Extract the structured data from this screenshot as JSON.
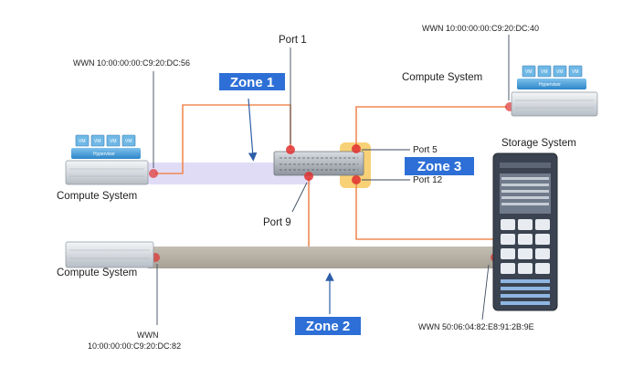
{
  "zones": {
    "zone1": "Zone 1",
    "zone2": "Zone 2",
    "zone3": "Zone 3"
  },
  "ports": {
    "port1": "Port 1",
    "port5": "Port 5",
    "port9": "Port 9",
    "port12": "Port 12"
  },
  "systems": {
    "compute_top_left": "Compute System",
    "compute_top_right": "Compute System",
    "compute_bottom_left": "Compute System",
    "storage": "Storage System",
    "hypervisor_label": "Hypervisor",
    "vm_label": "VM"
  },
  "wwns": {
    "top_left": "WWN 10:00:00:00:C9:20:DC:56",
    "top_right": "WWN 10:00:00:00:C9:20:DC:40",
    "bottom_left_line1": "WWN",
    "bottom_left_line2": "10:00:00:00:C9:20:DC:82",
    "storage": "WWN 50:06:04:82:E8:91:2B:9E"
  },
  "colors": {
    "zone_label_bg": "#2d6fd6",
    "zone1_band": "#dcd6f4",
    "zone2_band": "#b0a99b",
    "zone3_highlight": "#f6c24a",
    "fc_link": "#f08a55",
    "port_dot": "#e03030",
    "arrow": "#2d5ea8",
    "storage_body": "#3b4350"
  }
}
